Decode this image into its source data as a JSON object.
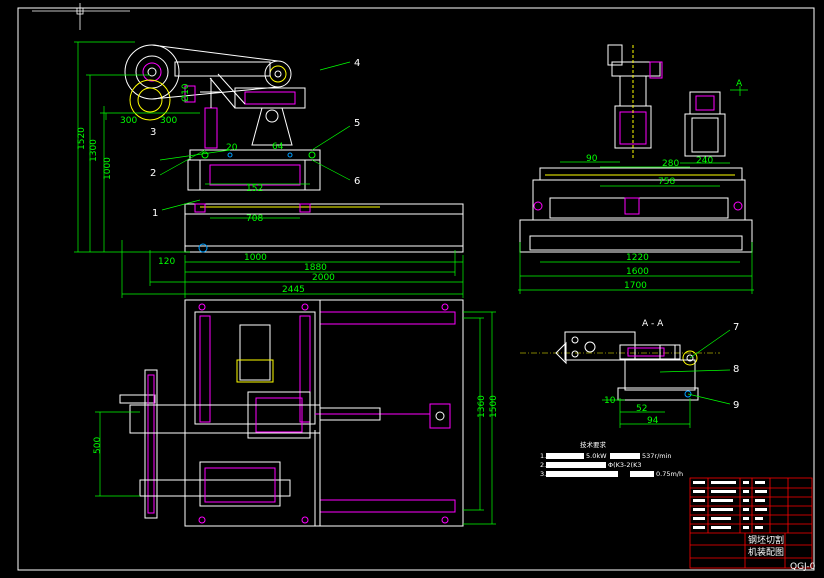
{
  "section_marker": "A",
  "section_title": "A - A",
  "dimensions": {
    "side_view": [
      "300",
      "300",
      "Ø10",
      "20",
      "64",
      "152",
      "708",
      "1000",
      "1880",
      "2000",
      "2445",
      "120",
      "1520",
      "1300",
      "1000"
    ],
    "front_view": [
      "90",
      "280",
      "240",
      "758",
      "1220",
      "1600",
      "1700"
    ],
    "plan_view": [
      "500",
      "1360",
      "1500"
    ],
    "section_view": [
      "10",
      "52",
      "94"
    ]
  },
  "leaders": {
    "side_view": [
      "1",
      "2",
      "3",
      "4",
      "5",
      "6"
    ],
    "section_view": [
      "7",
      "8",
      "9"
    ]
  },
  "technical_requirements": {
    "title": "技术要求",
    "lines": [
      "1.",
      "2.",
      "3."
    ],
    "fragments": [
      "5.0kW",
      "537r/min",
      "Φ(K3-2(K3",
      "0.75m/h"
    ]
  },
  "title_block": {
    "drawing_name_line1": "钢坯切割",
    "drawing_name_line2": "机装配图",
    "drawing_code": "QGJ-0"
  },
  "colors": {
    "background": "#000000",
    "outline": "#ffffff",
    "dimension": "#00ff00",
    "part_edge": "#ff00ff",
    "hidden": "#ffff00",
    "leader": "#00ff00",
    "title_block": "#ff0000",
    "hole_marker": "#00a0ff"
  }
}
